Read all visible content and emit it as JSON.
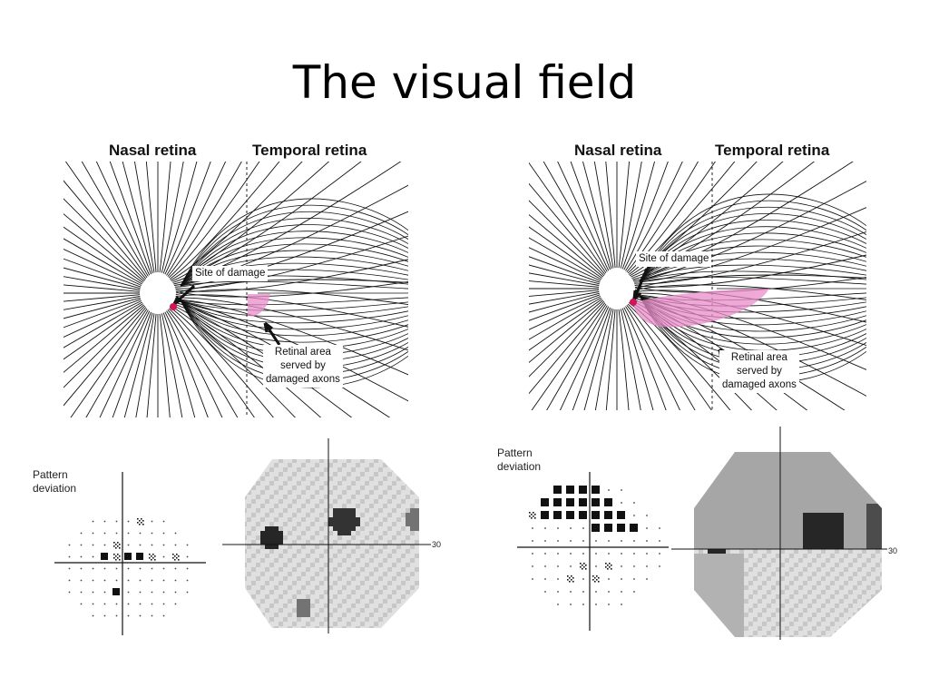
{
  "title": "The visual field",
  "left_example": {
    "header_nasal": "Nasal retina",
    "header_temporal": "Temporal retina",
    "damage_label": "Site of damage",
    "area_label_lines": [
      "Retinal area",
      "served by",
      "damaged axons"
    ],
    "pattern_label_lines": [
      "Pattern",
      "deviation"
    ],
    "axis_value": "30"
  },
  "right_example": {
    "header_nasal": "Nasal retina",
    "header_temporal": "Temporal retina",
    "damage_label": "Site of damage",
    "area_label_lines": [
      "Retinal area",
      "served by",
      "damaged axons"
    ],
    "pattern_label_lines": [
      "Pattern",
      "deviation"
    ],
    "axis_value": "30"
  },
  "colors": {
    "damage_dot": "#d4145a",
    "affected_area": "#e88cc8",
    "fiber": "#111111",
    "defect_dark": "#111111",
    "defect_light": "#bbbbbb"
  }
}
